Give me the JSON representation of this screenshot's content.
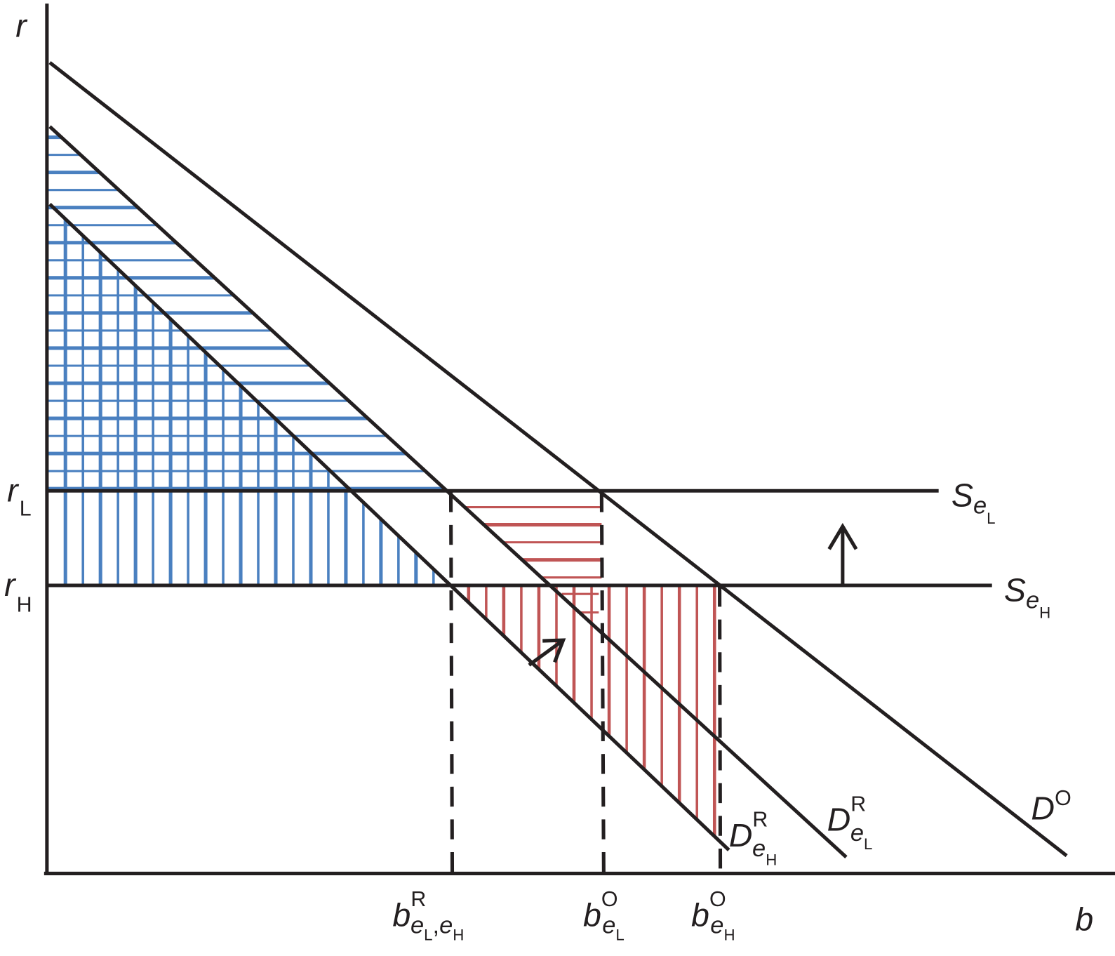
{
  "colors": {
    "line": "#231f20",
    "blue_hatch": "#4a80c0",
    "red_hatch": "#c05555"
  },
  "axes": {
    "y_label": "r",
    "x_label": "b"
  },
  "rates": {
    "r_low": {
      "base": "r",
      "sub": "L"
    },
    "r_high": {
      "base": "r",
      "sub": "H"
    }
  },
  "supply": {
    "s_low": {
      "base": "S",
      "sub": "e",
      "subsub": "L"
    },
    "s_high": {
      "base": "S",
      "sub": "e",
      "subsub": "H"
    }
  },
  "demand": {
    "d_optimal": {
      "base": "D",
      "sup": "O"
    },
    "d_restricted_low": {
      "base": "D",
      "sup": "R",
      "sub": "e",
      "subsub": "L"
    },
    "d_restricted_high": {
      "base": "D",
      "sup": "R",
      "sub": "e",
      "subsub": "H"
    }
  },
  "x_ticks": {
    "b_restricted": {
      "base": "b",
      "sup": "R",
      "sub1": "e",
      "subsub1": "L",
      "comma": ",",
      "sub2": "e",
      "subsub2": "H"
    },
    "b_opt_low": {
      "base": "b",
      "sup": "O",
      "sub": "e",
      "subsub": "L"
    },
    "b_opt_high": {
      "base": "b",
      "sup": "O",
      "sub": "e",
      "subsub": "H"
    }
  }
}
